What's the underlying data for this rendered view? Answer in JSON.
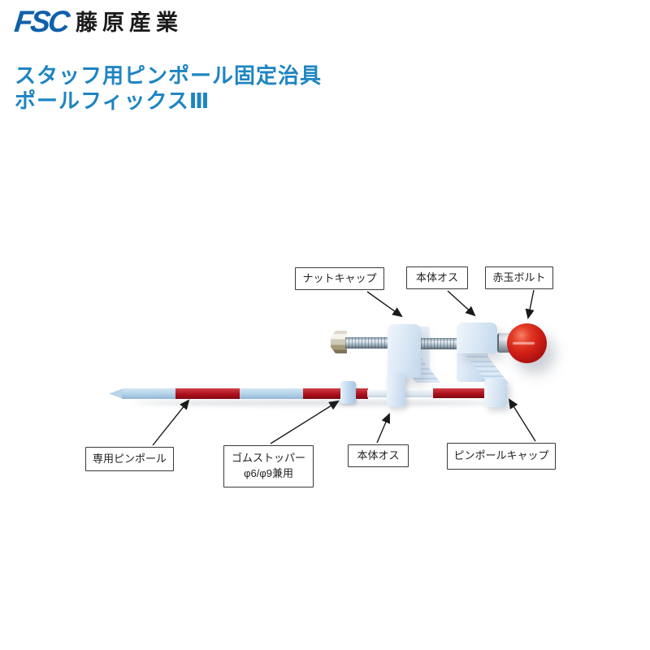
{
  "logo": {
    "fsc": "FSC",
    "company": "藤原産業"
  },
  "title": {
    "line1": "スタッフ用ピンポール固定治具",
    "line2": "ポールフィックスⅢ"
  },
  "diagram": {
    "labels": {
      "nut_cap": "ナットキャップ",
      "body_top": "本体オス",
      "red_ball_bolt": "赤玉ボルト",
      "pin_pole": "専用ピンポール",
      "rubber_stopper_line1": "ゴムストッパー",
      "rubber_stopper_line2": "φ6/φ9兼用",
      "body_bottom": "本体オス",
      "pin_pole_cap": "ピンポールキャップ"
    }
  },
  "colors": {
    "brand_blue": "#1060ab",
    "heading_blue": "#1e85c2",
    "ball_red": "#ce1d15",
    "pole_red": "#ae101c",
    "pole_blue": "#b3d0e8",
    "body_light_blue": "#d7e6f4"
  }
}
